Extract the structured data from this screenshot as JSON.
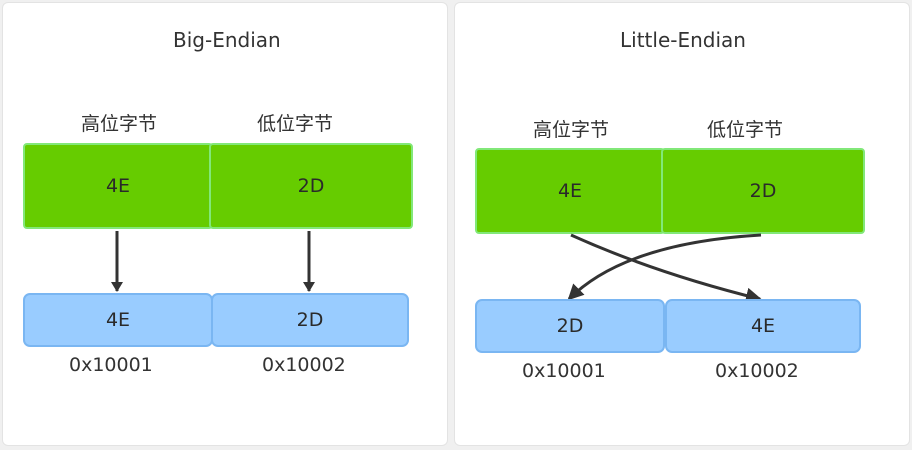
{
  "big_endian": {
    "title": "Big-Endian",
    "high_label": "高位字节",
    "low_label": "低位字节",
    "source_bytes": [
      "4E",
      "2D"
    ],
    "memory_bytes": [
      "4E",
      "2D"
    ],
    "addresses": [
      "0x10001",
      "0x10002"
    ]
  },
  "little_endian": {
    "title": "Little-Endian",
    "high_label": "高位字节",
    "low_label": "低位字节",
    "source_bytes": [
      "4E",
      "2D"
    ],
    "memory_bytes": [
      "2D",
      "4E"
    ],
    "addresses": [
      "0x10001",
      "0x10002"
    ]
  },
  "colors": {
    "source_fill": "#66cc00",
    "source_border": "#82e879",
    "memory_fill": "#99ccff",
    "memory_border": "#7ab6f2",
    "arrow": "#333333"
  }
}
